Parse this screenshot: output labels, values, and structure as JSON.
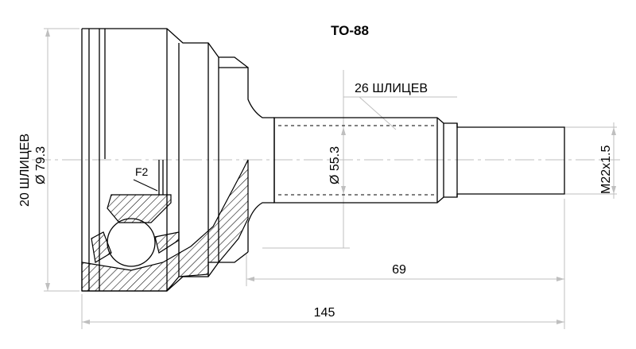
{
  "title": "TO-88",
  "outer_splines": "26 ШЛИЦЕВ",
  "inner_splines": "20 ШЛИЦЕВ",
  "outer_diameter": "Ø 79.3",
  "shaft_diameter": "Ø 55.3",
  "thread": "M22x1.5",
  "stem_length": "69",
  "total_length": "145",
  "detail_label": "F2",
  "colors": {
    "line": "#000000",
    "dim_line": "#bfbfbf"
  }
}
